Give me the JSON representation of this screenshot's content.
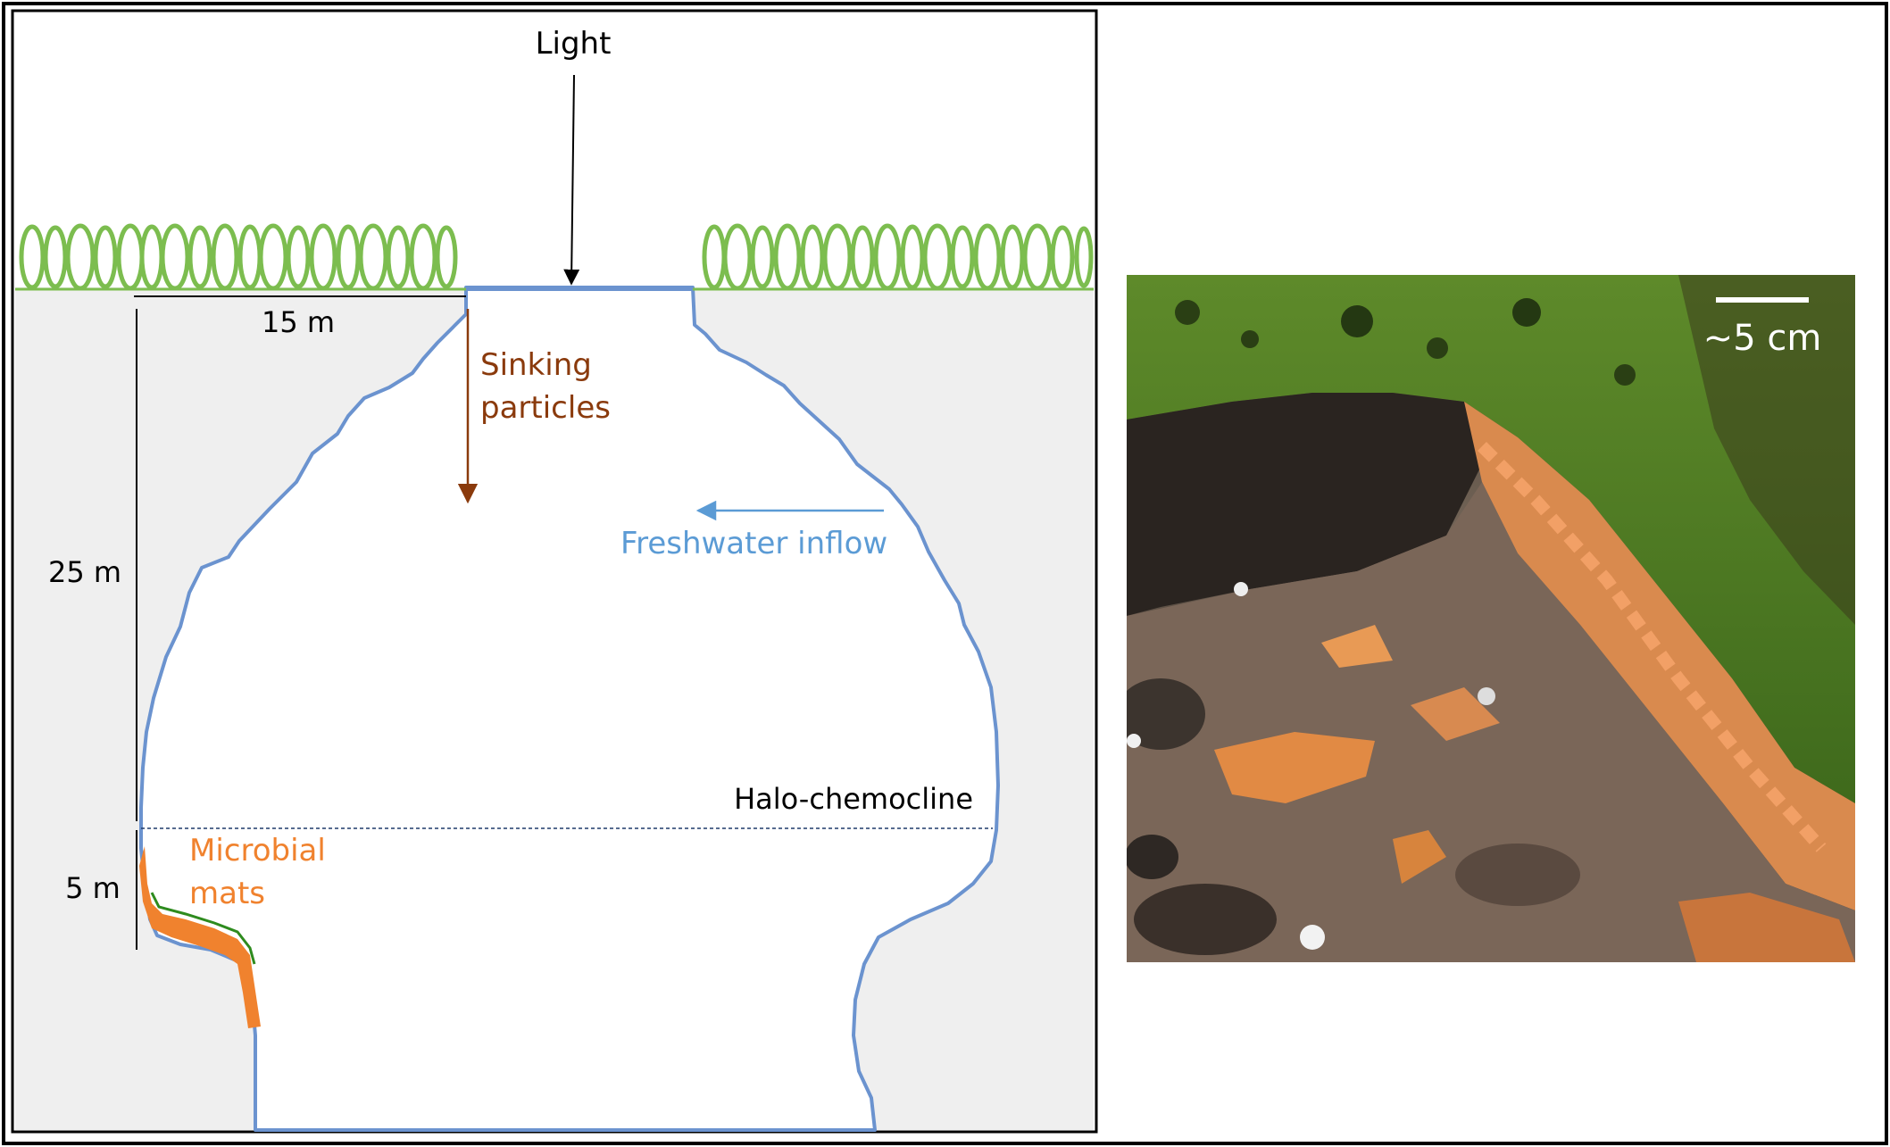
{
  "diagram": {
    "light_label": "Light",
    "width_label": "15 m",
    "sinking_label_line1": "Sinking",
    "sinking_label_line2": "particles",
    "freshwater_label": "Freshwater inflow",
    "depth_label": "25 m",
    "halocline_label": "Halo-chemocline",
    "mats_label_line1": "Microbial",
    "mats_label_line2": "mats",
    "mats_depth_label": "5 m"
  },
  "photo": {
    "scale_label": "~5 cm"
  },
  "colors": {
    "sinkhole_outline": "#6b93cf",
    "rock_fill": "#efefef",
    "grass": "#7cbd4f",
    "sinking_arrow": "#8a3a0c",
    "freshwater_arrow": "#5b9bd5",
    "microbial_mats": "#f0822e",
    "mat_green": "#2e8b1e",
    "annotation": "#000000"
  }
}
